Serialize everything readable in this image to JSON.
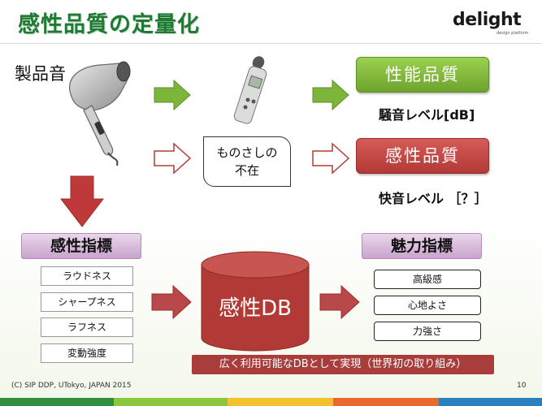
{
  "slide": {
    "title": "感性品質の定量化",
    "logo_text": "delight",
    "logo_subtitle": "design platform",
    "product_sound": "製品音",
    "green_box": "性能品質",
    "noise_level": "騒音レベル[dB]",
    "scale_absent_line1": "ものさしの",
    "scale_absent_line2": "不在",
    "red_box": "感性品質",
    "pleasant_level": "快音レベル ［？］",
    "left_header": "感性指標",
    "left_items": [
      "ラウドネス",
      "シャープネス",
      "ラフネス",
      "変動強度"
    ],
    "db_label": "感性DB",
    "right_header": "魅力指標",
    "right_items": [
      "高級感",
      "心地よさ",
      "力強さ"
    ],
    "caption": "広く利用可能なDBとして実現（世界初の取り組み）",
    "copyright": "(C) SIP DDP, UTokyo, JAPAN 2015",
    "page_number": "10"
  },
  "colors": {
    "title": "#1d7a35",
    "green": "#7db53a",
    "red": "#b23a36",
    "header_purple": "#d8bfdc"
  },
  "icons": [
    "hair-dryer-icon",
    "sound-level-meter-icon",
    "database-cylinder-icon"
  ]
}
